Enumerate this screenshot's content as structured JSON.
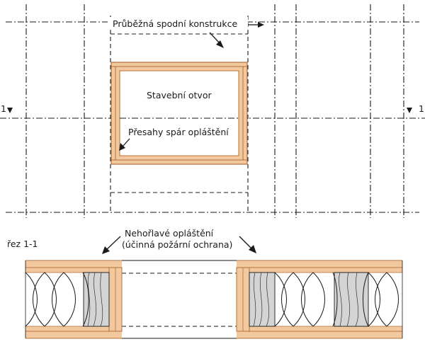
{
  "labels": {
    "through_structure": "Průběžná spodní konstrukce",
    "opening": "Stavební otvor",
    "joint_overlap": "Přesahy spár opláštění",
    "section_left": "1",
    "section_right": "1",
    "section_title": "řez 1-1",
    "cladding_line1": "Nehořlavé opláštění",
    "cladding_line2": "(účinná požární ochrana)"
  },
  "colors": {
    "timber": "#f2c99e",
    "timber_stroke": "#b3703a",
    "line": "#1a1a1a",
    "stud_gray": "#d4d4d4"
  }
}
